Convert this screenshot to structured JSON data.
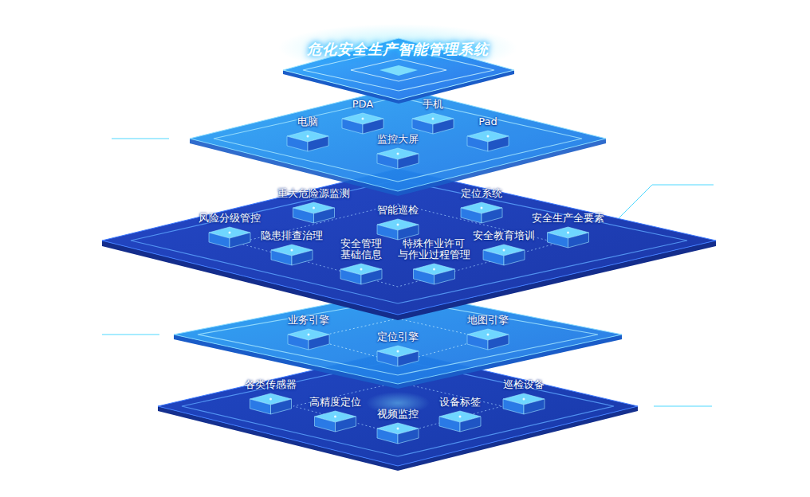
{
  "diagram": {
    "title": "危化安全生产智能管理系统",
    "nodes": [
      {
        "text": [
          "电脑"
        ]
      },
      {
        "text": [
          "PDA"
        ]
      },
      {
        "text": [
          "手机"
        ]
      },
      {
        "text": [
          "Pad"
        ]
      },
      {
        "text": [
          "监控大屏"
        ]
      },
      {
        "text": [
          "重大危险源监测"
        ]
      },
      {
        "text": [
          "智能巡检"
        ]
      },
      {
        "text": [
          "定位系统"
        ]
      },
      {
        "text": [
          "风险分级管控"
        ]
      },
      {
        "text": [
          "安全生产全要素"
        ]
      },
      {
        "text": [
          "隐患排查治理"
        ]
      },
      {
        "text": [
          "安全教育培训"
        ]
      },
      {
        "text": [
          "安全管理 基础信息"
        ]
      },
      {
        "text": [
          "特殊作业许可 与作业过程管理"
        ]
      },
      {
        "text": [
          "业务引擎"
        ]
      },
      {
        "text": [
          "地图引擎"
        ]
      },
      {
        "text": [
          "定位引擎"
        ]
      },
      {
        "text": [
          "各类传感器"
        ]
      },
      {
        "text": [
          "巡检设备"
        ]
      },
      {
        "text": [
          "高精度定位"
        ]
      },
      {
        "text": [
          "设备标签"
        ]
      },
      {
        "text": [
          "视频监控"
        ]
      }
    ]
  }
}
